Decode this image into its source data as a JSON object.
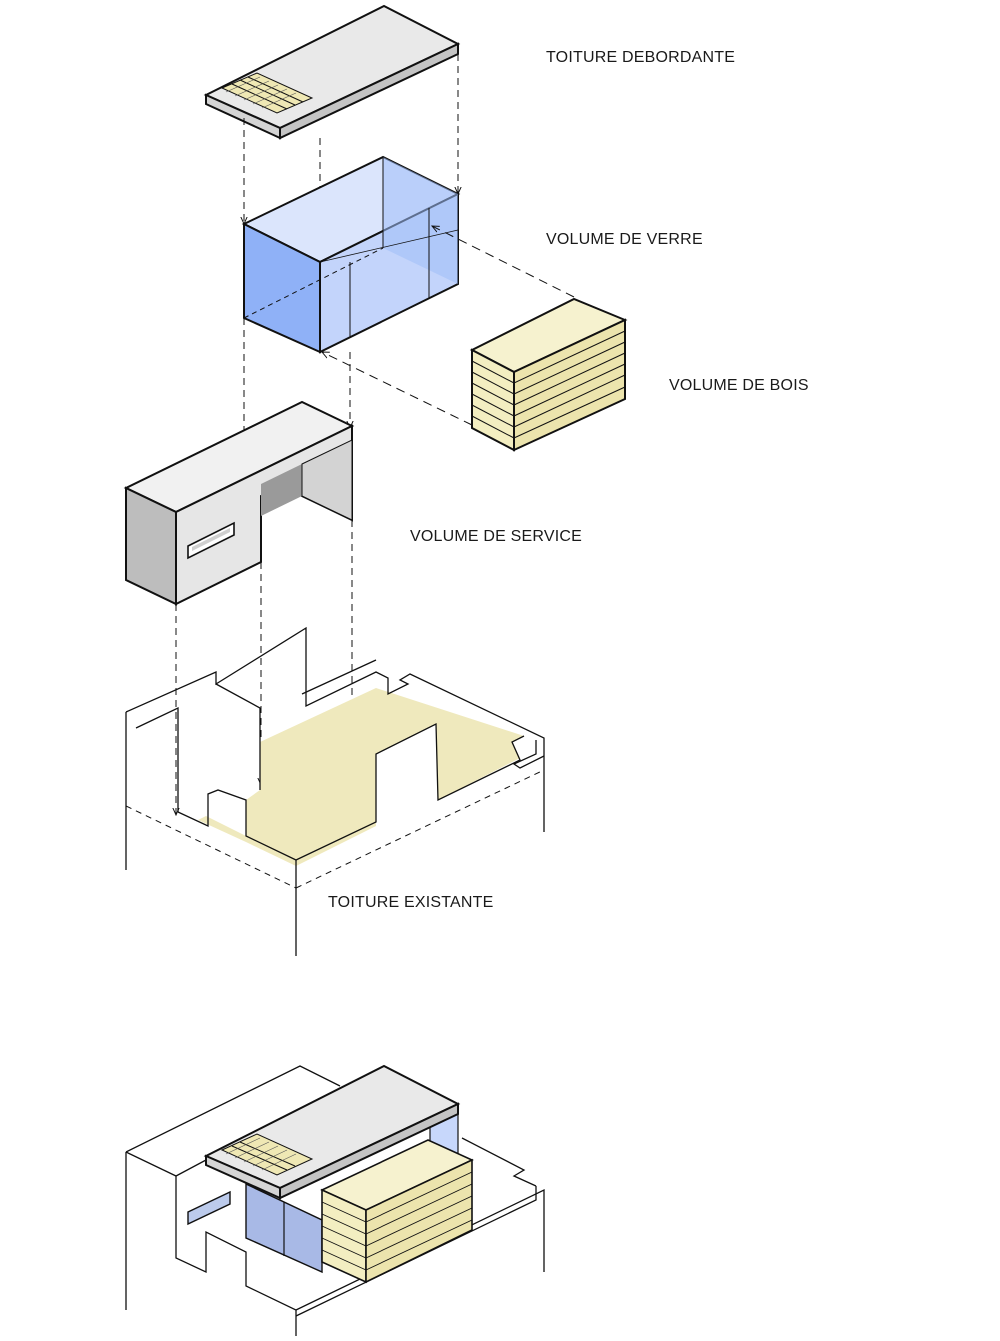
{
  "labels": {
    "roof": "TOITURE DEBORDANTE",
    "glass": "VOLUME DE VERRE",
    "wood": "VOLUME DE BOIS",
    "service": "VOLUME DE SERVICE",
    "existing": "TOITURE EXISTANTE"
  },
  "colors": {
    "outline": "#111111",
    "roof_top": "#e9e9e9",
    "roof_side": "#cfcfcf",
    "slats": "#efe8b4",
    "glass_front": "#8fb1f7",
    "glass_side": "#c7d7fb",
    "glass_top": "#dbe5fc",
    "wood": "#f3eec1",
    "wood_side": "#ece4ad",
    "service_front": "#e6e6e6",
    "service_side": "#c9c9c9",
    "service_top": "#f1f1f1",
    "existing_roof_fill": "#efe9bd",
    "glazing": "#bccbec"
  }
}
